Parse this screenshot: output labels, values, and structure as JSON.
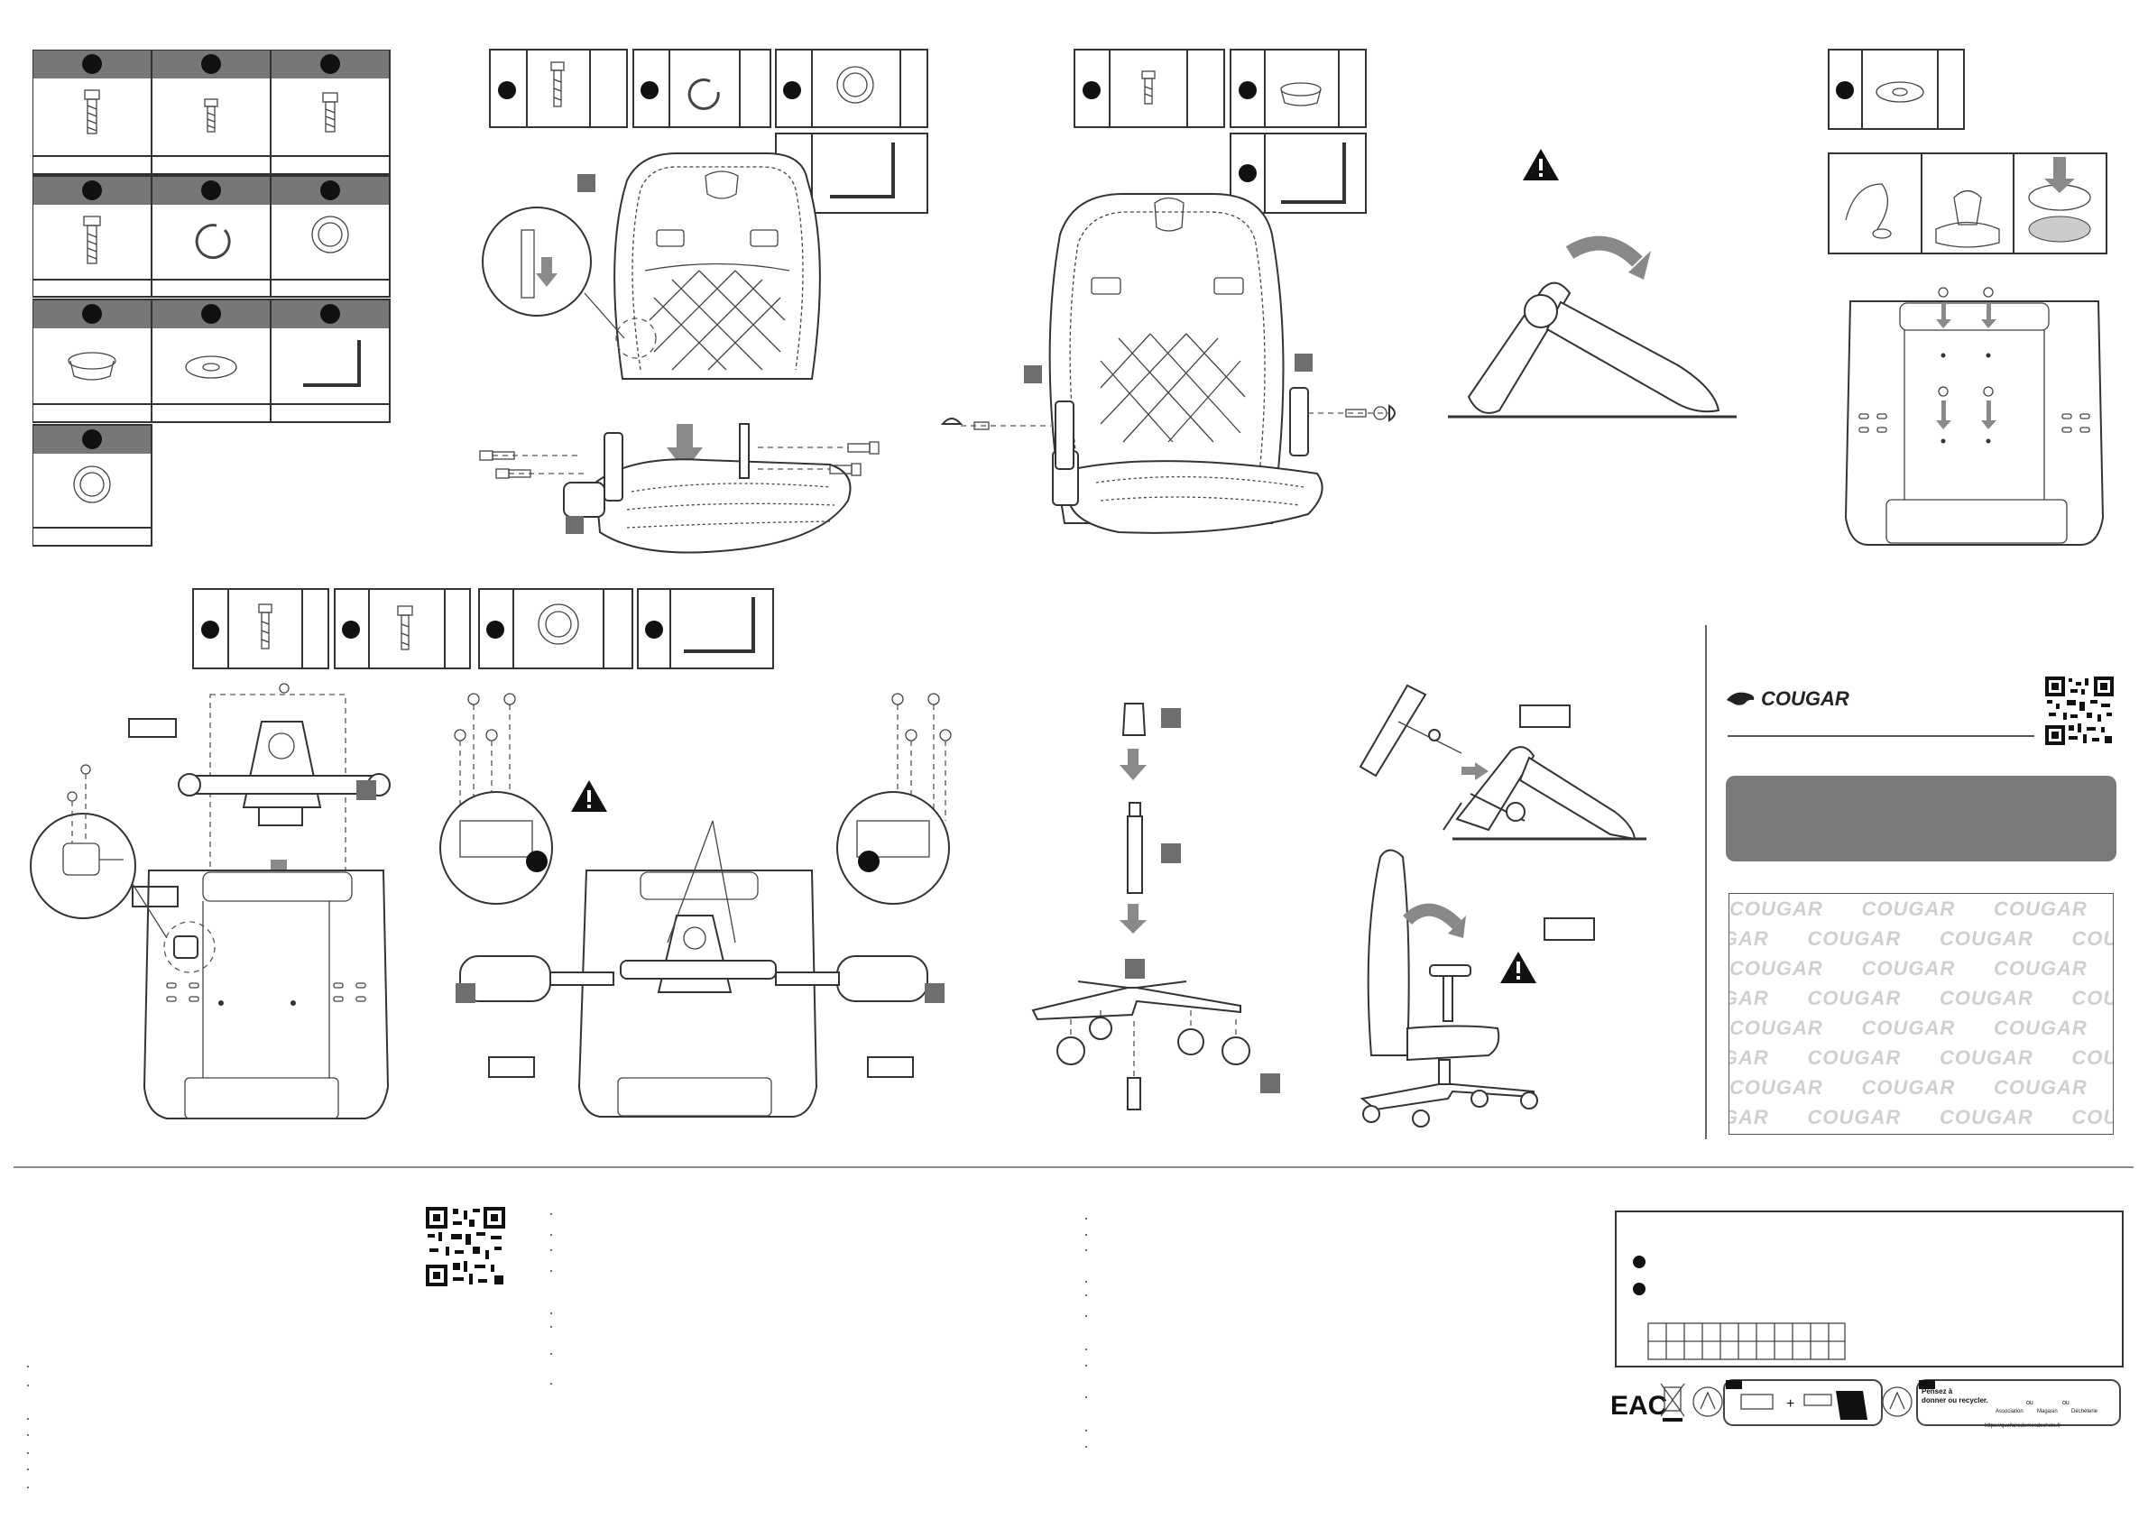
{
  "brand": {
    "name": "COUGAR"
  },
  "watermark": {
    "text": "COUGAR"
  },
  "footer": {
    "recycle_badge": {
      "line1": "Pensez à",
      "line2": "donner ou recycler.",
      "opt1": "Association",
      "opt2": "Magasin",
      "opt3": "Déchèterie",
      "or": "ou",
      "url": "https://quefairedemesdechets.fr"
    },
    "eac_mark": "EAC"
  },
  "colors": {
    "header_grey": "#777777",
    "panel_grey": "#7a7a7a",
    "step_square": "#6e6e6e"
  },
  "icons": [
    "warning-icon",
    "qr-code-icon",
    "cougar-logo-icon",
    "recycle-icon",
    "weee-bin-icon"
  ]
}
